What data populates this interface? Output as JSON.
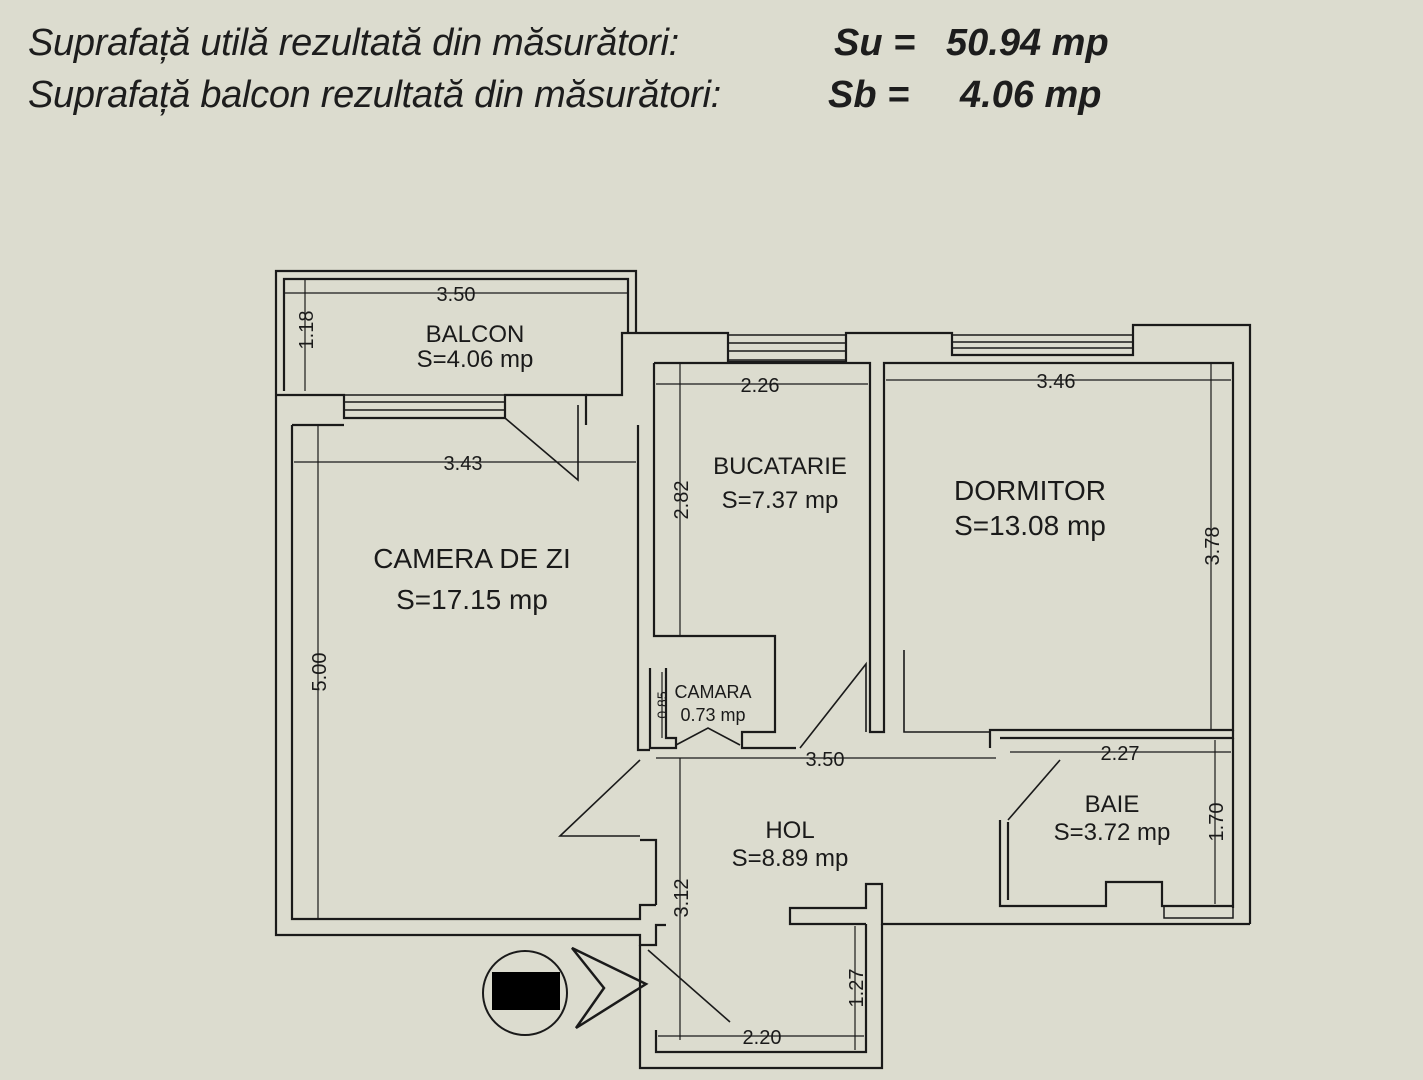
{
  "header": {
    "line1": {
      "label": "Suprafață utilă rezultată din măsurători:",
      "symbol": "Su =",
      "value": "50.94 mp"
    },
    "line2": {
      "label": "Suprafață balcon rezultată din măsurători:",
      "symbol": "Sb =",
      "value": "4.06 mp"
    }
  },
  "rooms": {
    "balcon": {
      "name": "BALCON",
      "area": "S=4.06 mp"
    },
    "camera": {
      "name": "CAMERA DE ZI",
      "area": "S=17.15 mp"
    },
    "bucatarie": {
      "name": "BUCATARIE",
      "area": "S=7.37 mp"
    },
    "dormitor": {
      "name": "DORMITOR",
      "area": "S=13.08 mp"
    },
    "camara": {
      "name": "CAMARA",
      "area": "0.73 mp"
    },
    "hol": {
      "name": "HOL",
      "area": "S=8.89 mp"
    },
    "baie": {
      "name": "BAIE",
      "area": "S=3.72 mp"
    }
  },
  "dimensions": {
    "balcon_width": "3.50",
    "balcon_depth": "1.18",
    "camera_width": "3.43",
    "camera_depth": "5.00",
    "bucatarie_width": "2.26",
    "bucatarie_depth": "2.82",
    "dormitor_width": "3.46",
    "dormitor_depth": "3.78",
    "camara_depth": "0.85",
    "hol_width": "3.50",
    "hol_depth": "3.12",
    "baie_width": "2.27",
    "baie_depth": "1.70",
    "entry_width": "2.20",
    "entry_depth": "1.27"
  },
  "colors": {
    "paper": "#dcdccf",
    "ink": "#1a1a1a"
  }
}
